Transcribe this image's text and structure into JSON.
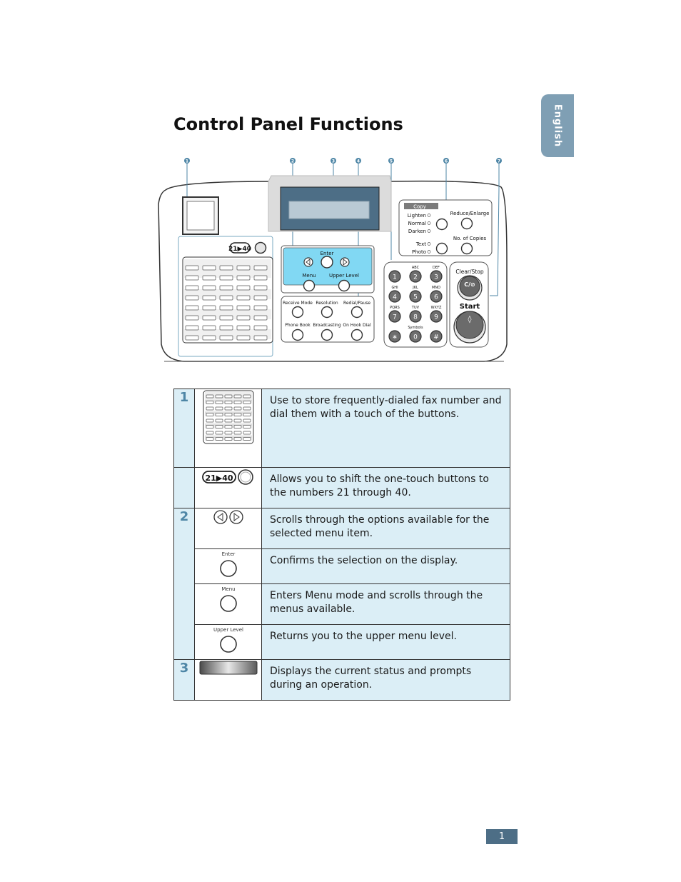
{
  "tab": {
    "language": "English"
  },
  "title": "Control Panel Functions",
  "figure": {
    "callouts": [
      "1",
      "2",
      "3",
      "4",
      "5",
      "6",
      "7"
    ],
    "shift_button_label": "21▶40",
    "menu_labels": {
      "enter": "Enter",
      "menu": "Menu",
      "upper_level": "Upper Level"
    },
    "fax_labels": [
      "Receive Mode",
      "Resolution",
      "Redial/Pause",
      "Phone Book",
      "Broadcasting",
      "On Hook Dial"
    ],
    "copy": {
      "title": "Copy",
      "lighten": "Lighten",
      "normal": "Normal",
      "darken": "Darken",
      "reduce_enlarge": "Reduce/Enlarge",
      "text": "Text",
      "photo": "Photo",
      "copies": "No. of Copies"
    },
    "keypad": {
      "keys": [
        "1",
        "2",
        "3",
        "4",
        "5",
        "6",
        "7",
        "8",
        "9",
        "∗",
        "0",
        "#"
      ],
      "letters": [
        "ABC",
        "DEF",
        "GHI",
        "JKL",
        "MNO",
        "PQRS",
        "TUV",
        "WXYZ"
      ],
      "symbols": "Symbols"
    },
    "clear_stop": "Clear/Stop",
    "clear_key": "C/⊘",
    "start": "Start",
    "start_key": "◊"
  },
  "table": {
    "rows": [
      {
        "num": "1",
        "desc": "Use to store frequently-dialed fax number and dial them with a touch of the buttons."
      },
      {
        "num": "",
        "img_label": "21▶40",
        "desc": "Allows you to shift the one-touch buttons to the numbers 21 through 40."
      },
      {
        "num": "2",
        "desc": "Scrolls through the options available for the selected menu item."
      },
      {
        "img_label": "Enter",
        "desc": "Confirms the selection on the display."
      },
      {
        "img_label": "Menu",
        "desc": "Enters Menu mode and scrolls through the menus available."
      },
      {
        "img_label": "Upper Level",
        "desc": "Returns you to the upper menu level."
      },
      {
        "num": "3",
        "desc": "Displays the current status and prompts during an operation."
      }
    ]
  },
  "page_number": "1"
}
